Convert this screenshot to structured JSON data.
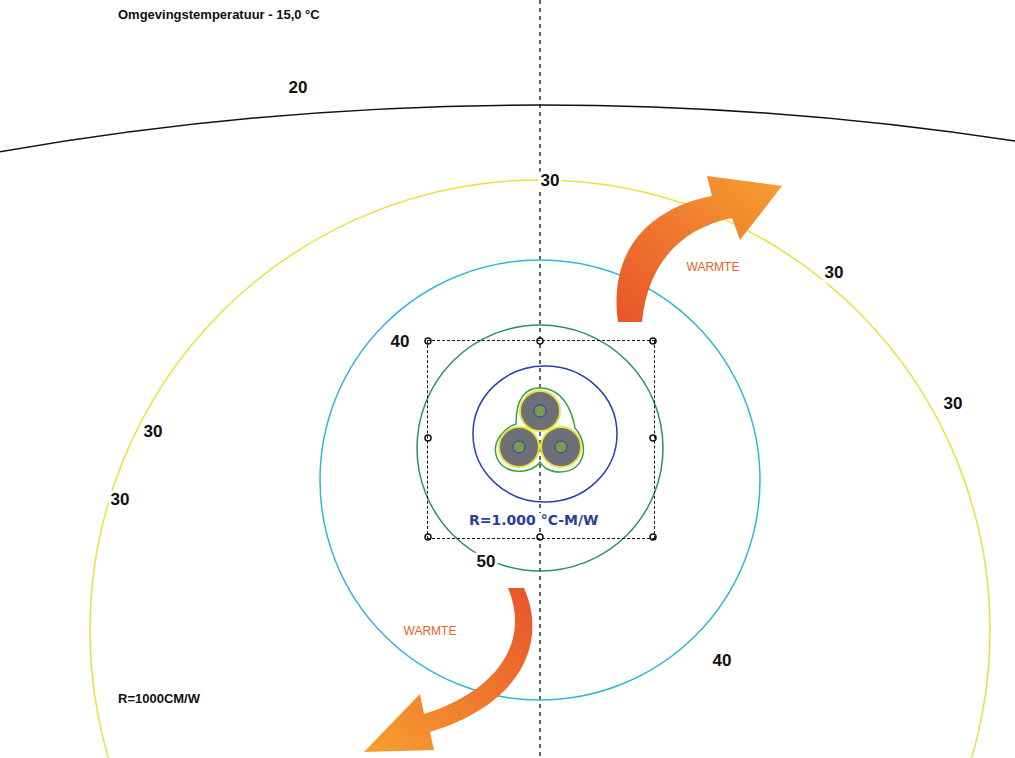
{
  "diagram": {
    "nodes": [
      {
        "text": [
          "R=1.000 °C-M/W"
        ]
      }
    ],
    "labels": [
      "Omgevingstemperatuur - 15,0 °C",
      "20",
      "30",
      "WARMTE",
      "30",
      "40",
      "30",
      "30",
      "30",
      "50",
      "WARMTE",
      "40",
      "R=1000CM/W"
    ]
  }
}
